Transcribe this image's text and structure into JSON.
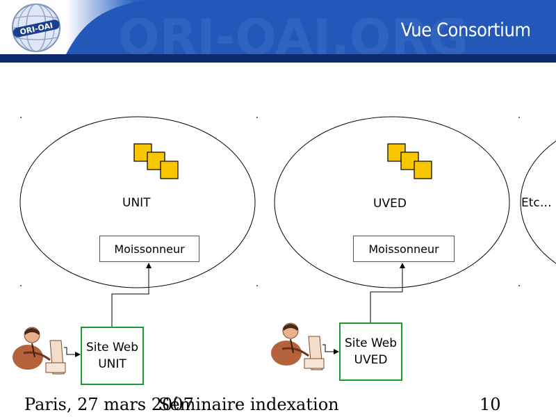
{
  "header": {
    "title": "Vue Consortium",
    "logo_text": "ORI-OAI",
    "background_text": "ORI-OAI.ORG"
  },
  "consortia": [
    {
      "label": "UNIT",
      "harvester_label": "Moissonneur",
      "website_lines": [
        "Site Web",
        "UNIT"
      ]
    },
    {
      "label": "UVED",
      "harvester_label": "Moissonneur",
      "website_lines": [
        "Site Web",
        "UVED"
      ]
    },
    {
      "label": "Etc…"
    }
  ],
  "footer": {
    "location_date": "Paris, 27 mars 2007",
    "event": "Séminaire indexation",
    "page_number": "10"
  },
  "colors": {
    "header_blue": "#1f4fa8",
    "header_dark": "#0c2a6e",
    "repository_fill": "#f7c600",
    "website_border": "#1e9a2d"
  }
}
